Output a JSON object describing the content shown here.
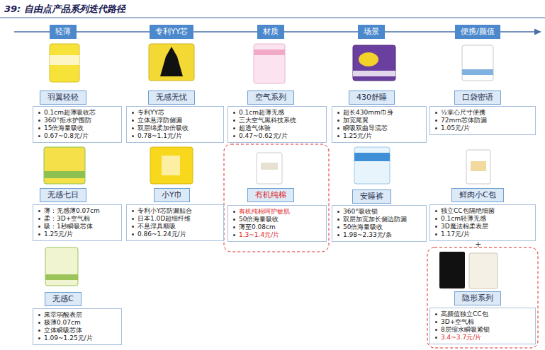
{
  "diagram": {
    "title": "39: 自由点产品系列迭代路径",
    "nodes": [
      {
        "text": [
          "轻薄"
        ]
      },
      {
        "text": [
          "专利YY芯"
        ]
      },
      {
        "text": [
          "材质"
        ]
      },
      {
        "text": [
          "场景"
        ]
      },
      {
        "text": [
          "便携/颜值"
        ]
      },
      {
        "text": [
          "羽翼轻轻"
        ]
      },
      {
        "text": [
          "0.1cm超薄吸收芯",
          "360°拒水护围防",
          "15倍海量吸收",
          "0.67~0.8元/片"
        ]
      },
      {
        "text": [
          "无感无忧"
        ]
      },
      {
        "text": [
          "专利YY芯",
          "立体悬浮防侧漏",
          "双层绵柔加倍吸收",
          "0.78~1.1元/片"
        ]
      },
      {
        "text": [
          "空气系列"
        ]
      },
      {
        "text": [
          "0.1cm超薄无感",
          "三大空气黑科技系统",
          "超透气体验",
          "0.47~0.62元/片"
        ]
      },
      {
        "text": [
          "430舒睡"
        ]
      },
      {
        "text": [
          "超长430mm巾身",
          "加宽尾翼",
          "瞬吸双曲导流芯",
          "1.25元/片"
        ]
      },
      {
        "text": [
          "口袋密语"
        ]
      },
      {
        "text": [
          "½掌心尺寸便携",
          "72mm芯体防漏",
          "1.05元/片"
        ]
      },
      {
        "text": [
          "无感七日"
        ]
      },
      {
        "text": [
          "薄：无感薄0.07cm",
          "柔：3D+空气棉",
          "吸：1秒瞬吸芯体",
          "1.25元/片"
        ]
      },
      {
        "text": [
          "小Y巾"
        ]
      },
      {
        "text": [
          "专利小Y芯防漏贴合",
          "日本1.0D超细纤维",
          "不悬浮具顺吸",
          "0.86~1.24元/片"
        ]
      },
      {
        "text": [
          "有机纯棉"
        ]
      },
      {
        "text": [
          "有机纯棉呵护敏肌",
          "50倍海量吸收",
          "薄至0.08cm",
          "1.3~1.4元/片"
        ]
      },
      {
        "text": [
          "安睡裤"
        ]
      },
      {
        "text": [
          "360°吸收锁",
          "双层加宽加长侧边防漏",
          "50倍海量吸收",
          "1.98~2.33元/条"
        ]
      },
      {
        "text": [
          "鲜肉小C包"
        ]
      },
      {
        "text": [
          "独立CC包隔绝细菌",
          "0.1cm轻薄无感",
          "3D魔法棉柔表层",
          "1.17元/片"
        ]
      },
      {
        "text": [
          "无感C"
        ]
      },
      {
        "text": [
          "果萃弱酸表层",
          "极薄0.07cm",
          "立体瞬吸芯体",
          "1.09~1.25元/片"
        ]
      },
      {
        "text": [
          "隐形系列"
        ]
      },
      {
        "text": [
          "高颜值独立CC包",
          "3D+空气棉",
          "8层缩水瞬吸紧锁",
          "3.4~3.7元/片"
        ]
      }
    ],
    "edges": [
      {
        "from": 0,
        "to": 1,
        "arrow": "none"
      },
      {
        "from": 1,
        "to": 2,
        "arrow": "none"
      },
      {
        "from": 2,
        "to": 3,
        "arrow": "none"
      },
      {
        "from": 3,
        "to": 4,
        "arrow": "none"
      }
    ],
    "labels": [
      "+"
    ]
  }
}
